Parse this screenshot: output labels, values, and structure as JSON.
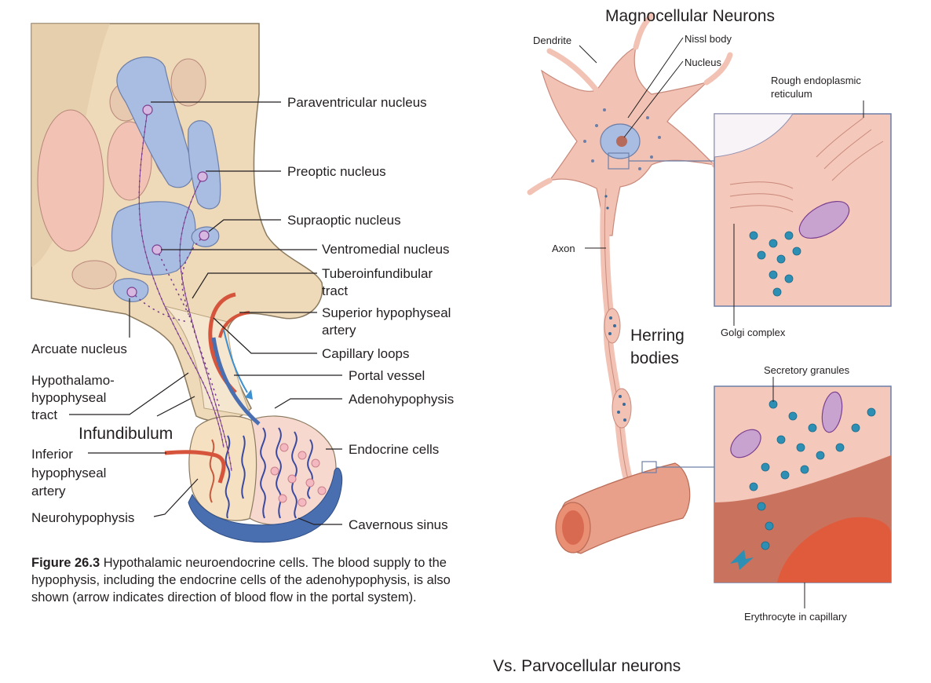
{
  "left_figure": {
    "labels": {
      "paraventricular": "Paraventricular nucleus",
      "preoptic": "Preoptic nucleus",
      "supraoptic": "Supraoptic nucleus",
      "ventromedial": "Ventromedial nucleus",
      "tuberoinfundibular_1": "Tuberoinfundibular",
      "tuberoinfundibular_2": "tract",
      "superior_1": "Superior hypophyseal",
      "superior_2": "artery",
      "capillary_loops": "Capillary loops",
      "portal_vessel": "Portal vessel",
      "adenohypophysis": "Adenohypophysis",
      "endocrine_cells": "Endocrine cells",
      "cavernous_sinus": "Cavernous sinus",
      "arcuate": "Arcuate nucleus",
      "hypothalamo_1": "Hypothalamo-",
      "hypothalamo_2": "hypophyseal",
      "hypothalamo_3": "tract",
      "infundibulum": "Infundibulum",
      "inferior_1": "Inferior",
      "inferior_2": "hypophyseal",
      "inferior_3": "artery",
      "neurohypophysis": "Neurohypophysis"
    },
    "caption": {
      "figure_number": "Figure 26.3",
      "text": " Hypothalamic neuroendocrine cells. The blood supply to the hypophysis, including the endocrine cells of the adenohypophysis, is also shown (arrow indicates direction of blood flow in the portal system)."
    }
  },
  "right_figure": {
    "title": "Magnocellular Neurons",
    "labels": {
      "dendrite": "Dendrite",
      "nissl_body": "Nissl body",
      "nucleus": "Nucleus",
      "rough_er_1": "Rough endoplasmic",
      "rough_er_2": "reticulum",
      "axon": "Axon",
      "golgi": "Golgi complex",
      "herring_1": "Herring",
      "herring_2": "bodies",
      "secretory": "Secretory granules",
      "erythrocyte": "Erythrocyte in capillary"
    },
    "footer": "Vs. Parvocellular neurons"
  },
  "colors": {
    "nucleus_blue": "#a9bde3",
    "brain_tan": "#eed9b8",
    "pink": "#f2c2b4",
    "artery_red": "#d6543c",
    "vein_blue": "#4a6fb0",
    "granule_teal": "#2e8fb4",
    "tract_purple": "#7b3f8f"
  }
}
